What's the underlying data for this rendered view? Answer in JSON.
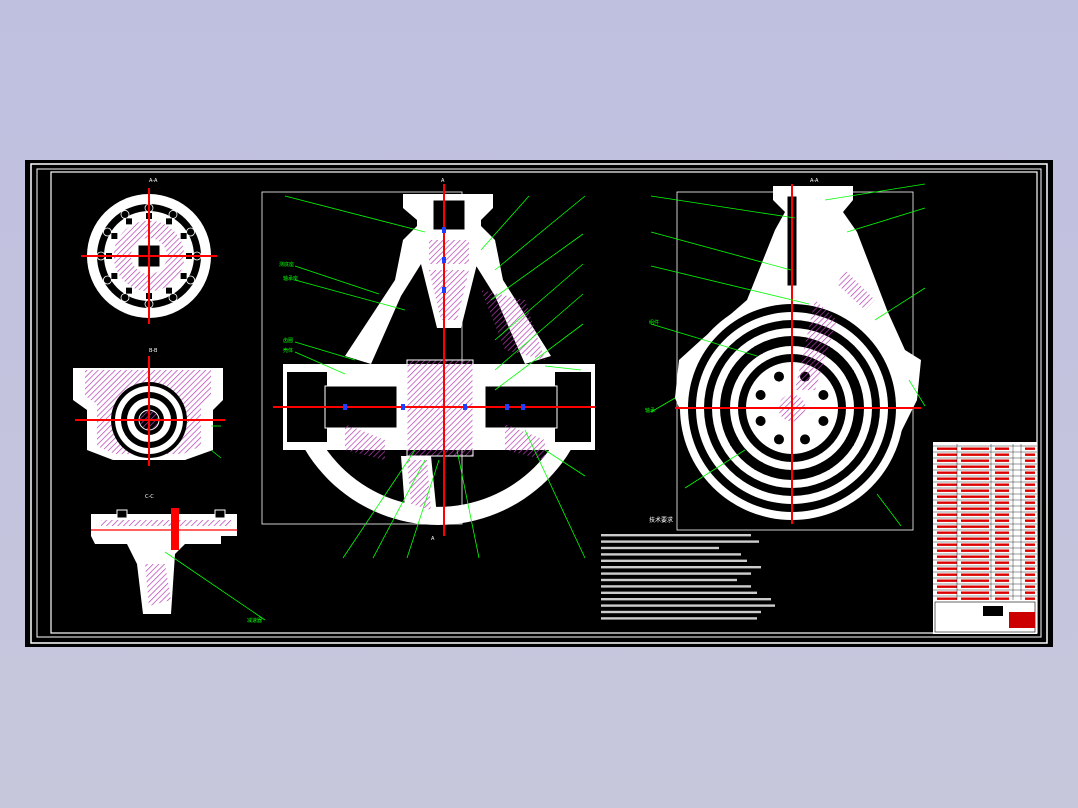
{
  "colors": {
    "background": "#c3c3de",
    "sheet": "#000000",
    "outline": "#ffffff",
    "centerline": "#ff0000",
    "leader": "#00ff00",
    "hatch": "#b43cb4",
    "dimension": "#2040ff"
  },
  "views": {
    "top_left_title": "A-A",
    "mid_left_title": "B-B",
    "bottom_left_title": "C-C",
    "main_section_title": "A",
    "right_view_title": "A-A",
    "main_bottom_marker": "A"
  },
  "leader_labels": {
    "main_left": [
      "测底座",
      "轴承座",
      "齿圈",
      "壳体"
    ],
    "right_view": [
      "组件",
      "轴承"
    ],
    "bottom_left": "减速器"
  },
  "notes_title": "技术要求"
}
